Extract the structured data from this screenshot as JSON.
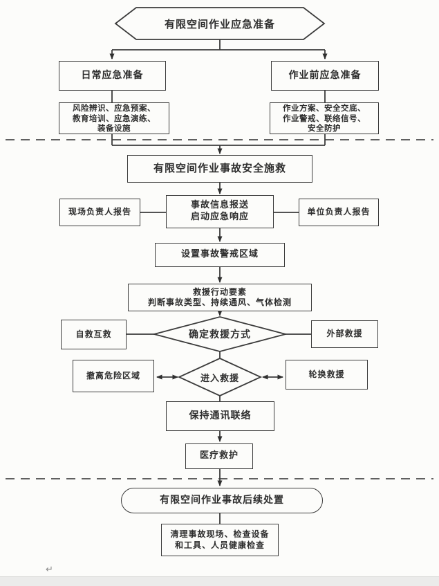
{
  "page": {
    "paragraph_mark": "↵"
  },
  "colors": {
    "ink": "#3b3b3b",
    "background": "#fcfcfa",
    "footer_bar": "#ebebea"
  },
  "nodes": {
    "start": {
      "label": "有限空间作业应急准备"
    },
    "daily_prep": {
      "label": "日常应急准备"
    },
    "prework_prep": {
      "label": "作业前应急准备"
    },
    "daily_detail": {
      "lines": [
        "风险辨识、应急预案、",
        "教育培训、应急演练、",
        "装备设施"
      ]
    },
    "prework_detail": {
      "lines": [
        "作业方案、安全交底、",
        "作业警戒、联络信号、",
        "安全防护"
      ]
    },
    "rescue_stage": {
      "label": "有限空间作业事故安全施救"
    },
    "site_leader_report": {
      "label": "现场负责人报告"
    },
    "incident_info": {
      "lines": [
        "事故信息报送",
        "启动应急响应"
      ]
    },
    "unit_leader_report": {
      "label": "单位负责人报告"
    },
    "warning_zone": {
      "label": "设置事故警戒区域"
    },
    "action_elements": {
      "lines": [
        "救援行动要素",
        "判断事故类型、持续通风、气体检测"
      ]
    },
    "self_rescue": {
      "label": "自救互救"
    },
    "decide_method": {
      "label": "确定救援方式"
    },
    "external_rescue": {
      "label": "外部救援"
    },
    "evacuate": {
      "label": "撤离危险区域"
    },
    "enter_rescue": {
      "label": "进入救援"
    },
    "rotation_rescue": {
      "label": "轮换救援"
    },
    "keep_communication": {
      "label": "保持通讯联络"
    },
    "medical_aid": {
      "label": "医疗救护"
    },
    "followup_stage": {
      "label": "有限空间作业事故后续处置"
    },
    "cleanup": {
      "lines": [
        "清理事故现场、检查设备",
        "和工具、人员健康检查"
      ]
    }
  }
}
